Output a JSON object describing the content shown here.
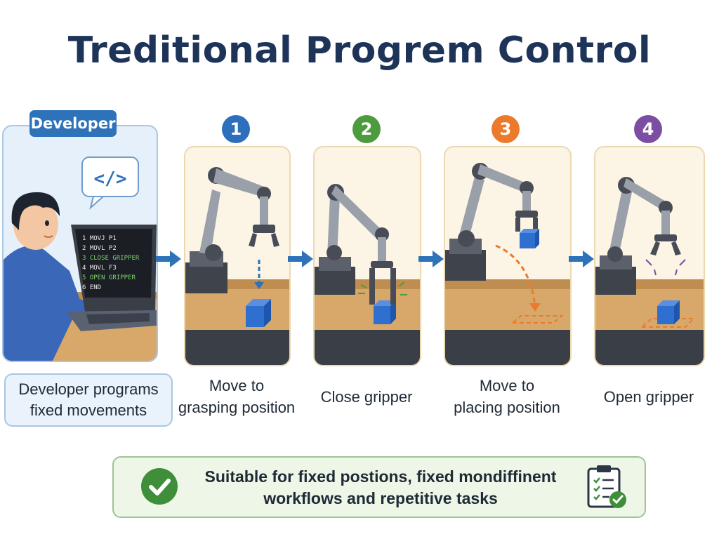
{
  "title": "Treditional Progrem Control",
  "developer": {
    "badge": "Developer",
    "code_symbol": "</>",
    "code_lines": [
      "1 MOVJ P1",
      "2 MOVL P2",
      "3 CLOSE GRIPPER",
      "4 MOVL F3",
      "5 OPEN GRIPPER",
      "6 END"
    ],
    "caption_line1": "Developer programs",
    "caption_line2": "fixed movements"
  },
  "steps": [
    {
      "number": "1",
      "color": "#2e6fbd",
      "label_line1": "Move to",
      "label_line2": "grasping position"
    },
    {
      "number": "2",
      "color": "#4e9a3f",
      "label_line1": "Close gripper",
      "label_line2": ""
    },
    {
      "number": "3",
      "color": "#ec7a2c",
      "label_line1": "Move to",
      "label_line2": "placing position"
    },
    {
      "number": "4",
      "color": "#7b4ea3",
      "label_line1": "Open gripper",
      "label_line2": ""
    }
  ],
  "summary": {
    "line1": "Suitable for fixed postions, fixed mondiffinent",
    "line2": "workflows and repetitive tasks"
  },
  "colors": {
    "title": "#1d3458",
    "arrow": "#2e72b9",
    "cube": "#2f6fd0",
    "check": "#3e8e3a"
  },
  "icons": [
    "code-icon",
    "check-circle-icon",
    "checklist-clipboard-icon",
    "robot-arm-icon",
    "arrow-right-icon"
  ]
}
